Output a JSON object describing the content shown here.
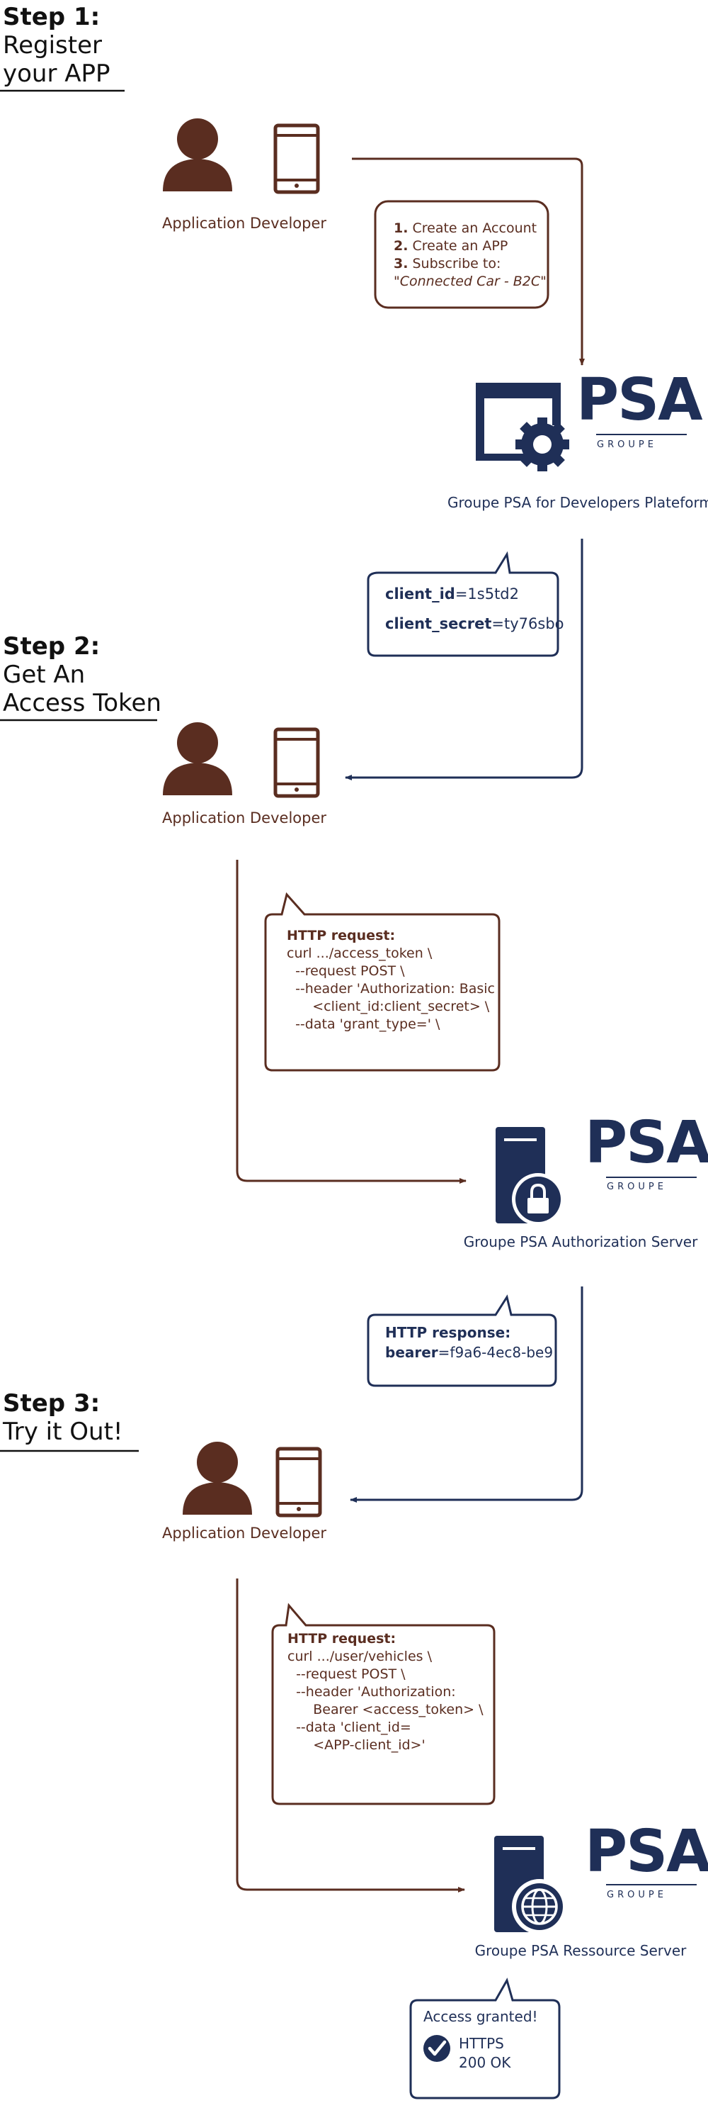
{
  "steps": [
    {
      "num": "Step 1:",
      "title": [
        "Register",
        "your APP"
      ]
    },
    {
      "num": "Step 2:",
      "title": [
        "Get An",
        "Access Token"
      ]
    },
    {
      "num": "Step 3:",
      "title": [
        "Try it Out!"
      ]
    }
  ],
  "developer_label": "Application Developer",
  "brand": {
    "logo": "PSA",
    "sub": "GROUPE"
  },
  "servers": {
    "platform": "Groupe PSA for Developers Plateform",
    "auth": "Groupe PSA Authorization Server",
    "resource": "Groupe PSA Ressource Server"
  },
  "register_box": {
    "items": [
      {
        "n": "1.",
        "text": " Create an Account"
      },
      {
        "n": "2.",
        "text": " Create an APP"
      },
      {
        "n": "3.",
        "text": " Subscribe to:"
      }
    ],
    "subscription": "\"Connected Car - B2C\""
  },
  "credentials_box": {
    "client_id_key": "client_id",
    "client_id_value": "=1s5td2",
    "client_secret_key": "client_secret",
    "client_secret_value": "=ty76sbo"
  },
  "token_request": {
    "title": "HTTP request:",
    "lines": [
      "curl .../access_token \\",
      "  --request POST \\",
      "  --header 'Authorization: Basic",
      "      <client_id:client_secret> \\",
      "  --data 'grant_type=' \\"
    ]
  },
  "token_response": {
    "title": "HTTP response:",
    "bearer_key": "bearer",
    "bearer_value": "=f9a6-4ec8-be9"
  },
  "resource_request": {
    "title": "HTTP request:",
    "lines": [
      "curl .../user/vehicles \\",
      "  --request POST \\",
      "  --header 'Authorization:",
      "      Bearer <access_token> \\",
      "  --data 'client_id=",
      "      <APP-client_id>'"
    ]
  },
  "final_box": {
    "title": "Access granted!",
    "status_line1": "HTTPS",
    "status_line2": "200 OK"
  },
  "colors": {
    "brown": "#5a2d20",
    "navy": "#1f2f57"
  },
  "icons": [
    "person-icon",
    "phone-icon",
    "browser-gear-icon",
    "server-lock-icon",
    "server-globe-icon",
    "check-icon"
  ]
}
